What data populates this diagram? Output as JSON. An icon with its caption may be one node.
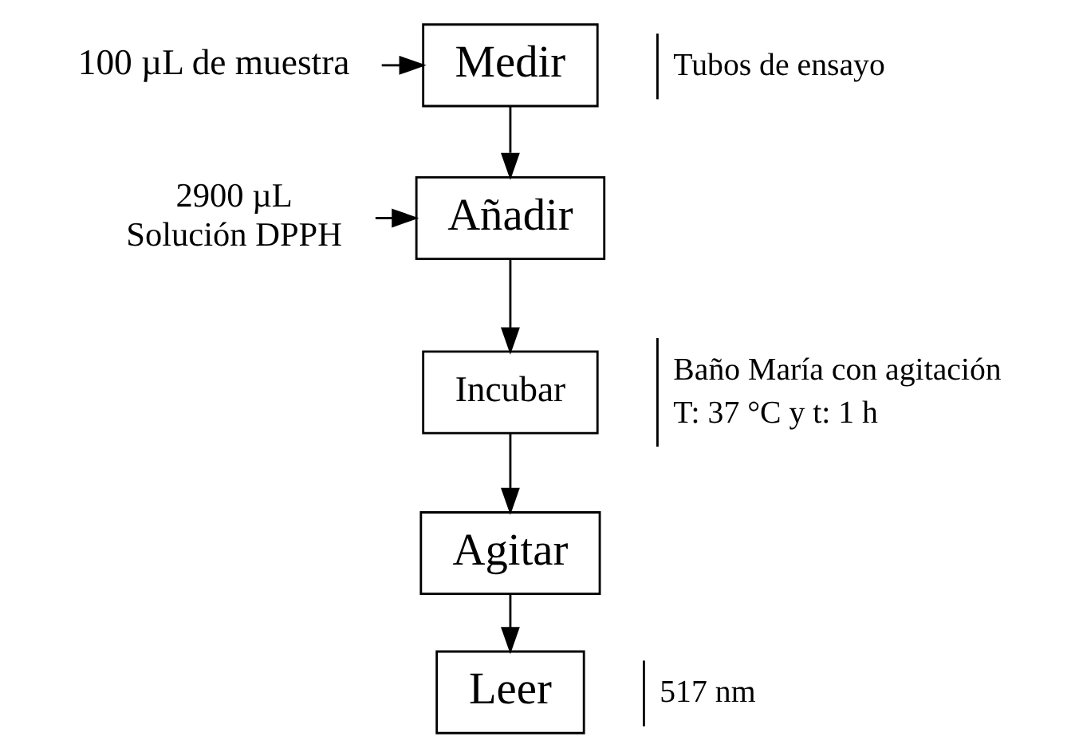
{
  "diagram": {
    "nodes": [
      {
        "text": [
          "Medir"
        ],
        "beside": [
          "Tubos de ensayo"
        ]
      },
      {
        "text": [
          "Añadir"
        ]
      },
      {
        "text": [
          "Incubar"
        ],
        "beside": [
          "Baño María con agitación",
          "T: 37 °C y t: 1 h"
        ]
      },
      {
        "text": [
          "Agitar"
        ]
      },
      {
        "text": [
          "Leer"
        ],
        "beside": [
          "517 nm"
        ]
      },
      {
        "text": [
          "100 µL de muestra"
        ]
      },
      {
        "text": [
          "2900 µL Solución DPPH"
        ]
      }
    ],
    "edges": [
      {
        "from": 5,
        "to": 0,
        "arrow": "to"
      },
      {
        "from": 6,
        "to": 1,
        "arrow": "to"
      },
      {
        "from": 0,
        "to": 1,
        "arrow": "to"
      },
      {
        "from": 1,
        "to": 2,
        "arrow": "to"
      },
      {
        "from": 2,
        "to": 3,
        "arrow": "to"
      },
      {
        "from": 3,
        "to": 4,
        "arrow": "to"
      }
    ]
  }
}
